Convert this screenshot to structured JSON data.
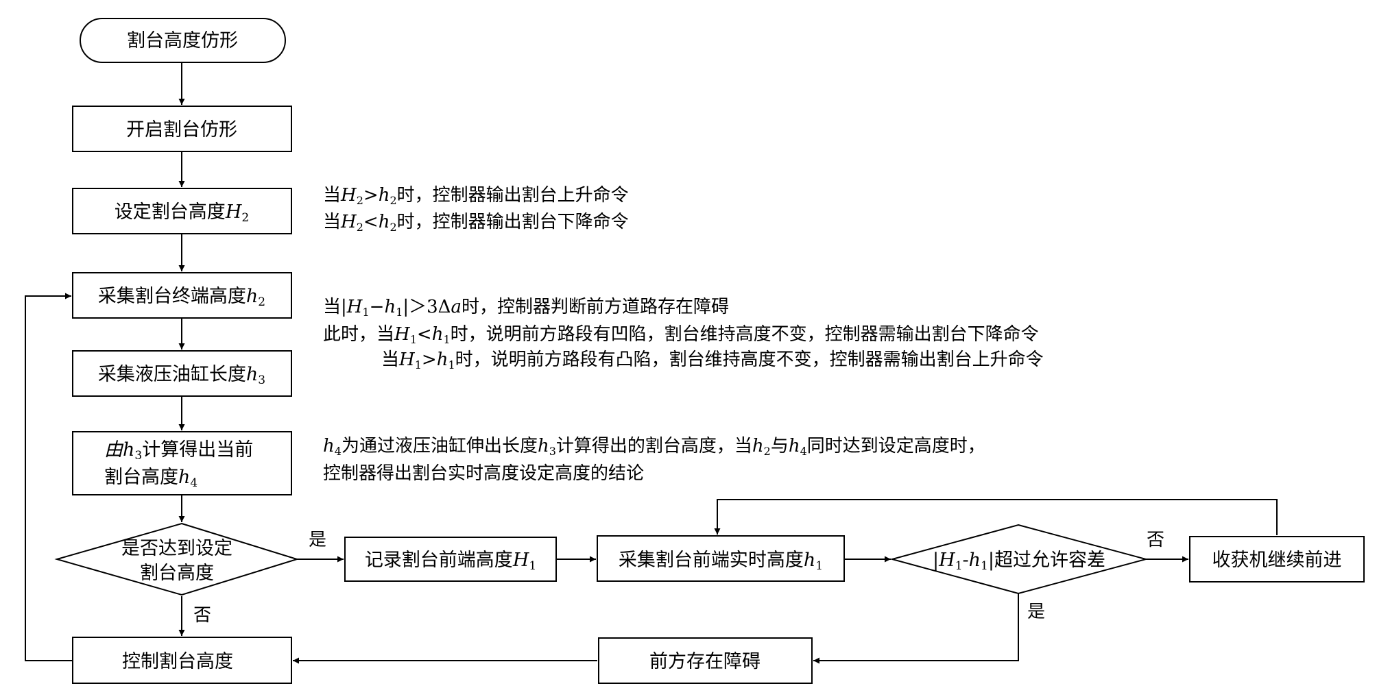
{
  "nodes": {
    "start": "割台高度仿形",
    "enable": "开启割台仿形",
    "set_height": {
      "pre": "设定割台高度",
      "var": "H",
      "sub": "2"
    },
    "collect_end": {
      "pre": "采集割台终端高度",
      "var": "h",
      "sub": "2"
    },
    "collect_cyl": {
      "pre": "采集液压油缸长度",
      "var": "h",
      "sub": "3"
    },
    "calc": {
      "line1_pre": "由",
      "line1_var": "h",
      "line1_sub": "3",
      "line1_post": "计算得出当前",
      "line2_pre": "割台高度",
      "line2_var": "h",
      "line2_sub": "4"
    },
    "decision1": {
      "line1": "是否达到设定",
      "line2": "割台高度"
    },
    "record_front": {
      "pre": "记录割台前端高度",
      "var": "H",
      "sub": "1"
    },
    "collect_front": {
      "pre": "采集割台前端实时高度",
      "var": "h",
      "sub": "1"
    },
    "decision2": {
      "bar1": "|",
      "var1": "H",
      "sub1": "1",
      "dash": "-",
      "var2": "h",
      "sub2": "1",
      "bar2": "|",
      "post": "超过允许容差"
    },
    "continue": "收获机继续前进",
    "obstacle": "前方存在障碍",
    "control": "控制割台高度"
  },
  "edge_labels": {
    "yes1": "是",
    "no1": "否",
    "no2": "否",
    "yes2": "是"
  },
  "notes": {
    "set_rule": {
      "line1": {
        "pre": "当",
        "var1": "H",
        "sub1": "2",
        "op": ">",
        "var2": "h",
        "sub2": "2",
        "post": "时，控制器输出割台上升命令"
      },
      "line2": {
        "pre": "当",
        "var1": "H",
        "sub1": "2",
        "op": "<",
        "var2": "h",
        "sub2": "2",
        "post": "时，控制器输出割台下降命令"
      }
    },
    "obstacle_rule": {
      "line1": {
        "pre": "当|",
        "var1": "H",
        "sub1": "1",
        "mid": "−",
        "var2": "h",
        "sub2": "1",
        "mid2": "|＞3Δ",
        "var3": "a",
        "post": "时，控制器判断前方道路存在障碍"
      },
      "line2": {
        "pre": "此时，当",
        "var1": "H",
        "sub1": "1",
        "op": "<",
        "var2": "h",
        "sub2": "1",
        "post": "时，说明前方路段有凹陷，割台维持高度不变，控制器需输出割台下降命令"
      },
      "line3": {
        "pre": "当",
        "var1": "H",
        "sub1": "1",
        "op": ">",
        "var2": "h",
        "sub2": "1",
        "post": "时，说明前方路段有凸陷，割台维持高度不变，控制器需输出割台上升命令"
      }
    },
    "calc_note": {
      "line1": {
        "var1": "h",
        "sub1": "4",
        "t1": "为通过液压油缸伸出长度",
        "var2": "h",
        "sub2": "3",
        "t2": "计算得出的割台高度，当",
        "var3": "h",
        "sub3": "2",
        "t3": "与",
        "var4": "h",
        "sub4": "4",
        "t4": "同时达到设定高度时，"
      },
      "line2": "控制器得出割台实时高度设定高度的结论"
    }
  }
}
